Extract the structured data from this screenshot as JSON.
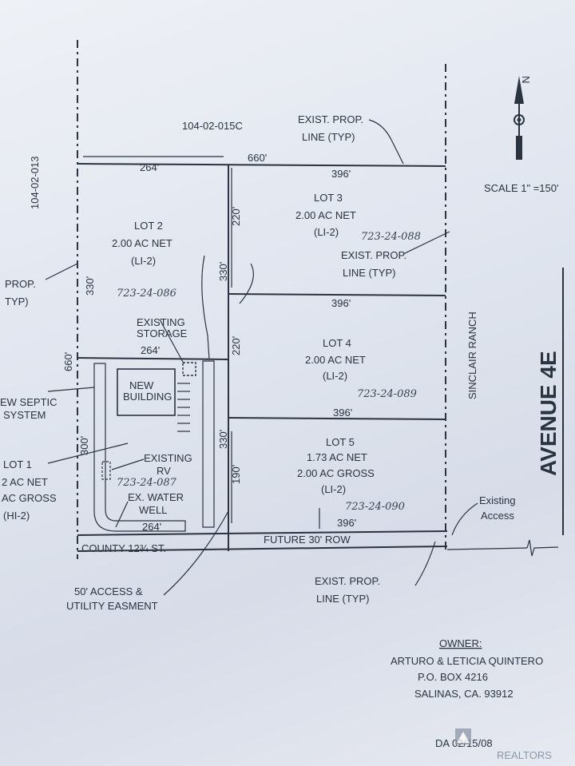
{
  "parcels": {
    "north": "104-02-015C",
    "west": "104-02-013"
  },
  "prop_line_callouts": {
    "top": [
      "EXIST. PROP.",
      "LINE (TYP)"
    ],
    "lot3": [
      "EXIST. PROP.",
      "LINE (TYP)"
    ],
    "left": [
      "PROP.",
      "TYP)"
    ],
    "bottom": [
      "EXIST. PROP.",
      "LINE (TYP)"
    ]
  },
  "scale": "SCALE 1\" =150'",
  "north_arrow_label": "N",
  "dimensions": {
    "total_width": "660'",
    "lot2_width": "264'",
    "lot3_width": "396'",
    "lot4_width": "396'",
    "lot5_width": "396'",
    "future_row_width": "396'",
    "lot1_width": "264'",
    "total_height": "660'",
    "lot2_height": "330'",
    "lot3_height": "220'",
    "lot4_height": "220'",
    "lot5_height": "190'",
    "lot1_height": "300'",
    "easement_upper": "330'",
    "easement_lower": "330'",
    "storage_width": "264'"
  },
  "lots": {
    "lot2": {
      "name": "LOT 2",
      "area": "2.00 AC NET",
      "zone": "(LI-2)",
      "apn": "723-24-086"
    },
    "lot3": {
      "name": "LOT 3",
      "area": "2.00 AC NET",
      "zone": "(LI-2)",
      "apn": "723-24-088"
    },
    "lot4": {
      "name": "LOT 4",
      "area": "2.00 AC NET",
      "zone": "(LI-2)",
      "apn": "723-24-089"
    },
    "lot5": {
      "name": "LOT 5",
      "area": "1.73 AC NET",
      "gross": "2.00 AC GROSS",
      "zone": "(LI-2)",
      "apn": "723-24-090"
    },
    "lot1": {
      "name": "LOT 1",
      "area": "2 AC NET",
      "gross": "AC GROSS",
      "zone": "(HI-2)",
      "apn": "723-24-087"
    }
  },
  "features": {
    "storage": [
      "EXISTING",
      "STORAGE"
    ],
    "building": [
      "NEW",
      "BUILDING"
    ],
    "septic": [
      "EW SEPTIC",
      "SYSTEM"
    ],
    "rv": [
      "EXISTING",
      "RV"
    ],
    "well": [
      "EX. WATER",
      "WELL"
    ],
    "access": [
      "Existing",
      "Access"
    ]
  },
  "roads": {
    "county": "COUNTY 12¾ ST.",
    "future_row": "FUTURE 30' ROW",
    "sinclair": "SINCLAIR RANCH",
    "avenue": "AVENUE 4E"
  },
  "easement": [
    "50' ACCESS &",
    "UTILITY EASMENT"
  ],
  "owner": {
    "heading": "OWNER:",
    "name": "ARTURO & LETICIA QUINTERO",
    "po_box": "P.O. BOX 4216",
    "city": "SALINAS, CA. 93912"
  },
  "date": "DA  02/15/08",
  "watermark": "REALTORS"
}
